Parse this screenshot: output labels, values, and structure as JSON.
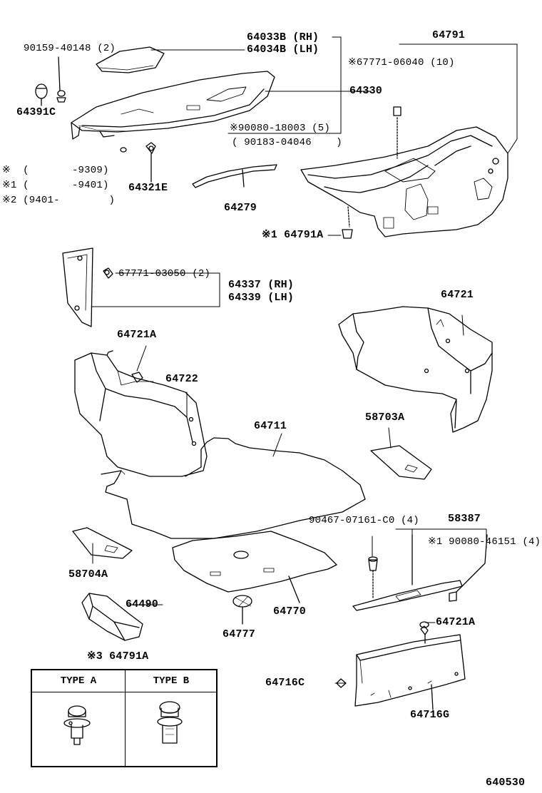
{
  "parts": {
    "p1": "90159-40148 (2)",
    "p2": "64033B (RH)",
    "p3": "64034B (LH)",
    "p4": "64791",
    "p5": "※67771-06040 (10)",
    "p6": "64330",
    "p7": "64391C",
    "p8": "※90080-18003 (5)",
    "p9": "( 90183-04046    )",
    "p10": "64321E",
    "p11": "64279",
    "p12": "※1 64791A",
    "p13": "67771-03050 (2)",
    "p14": "64337 (RH)",
    "p15": "64339 (LH)",
    "p16": "64721",
    "p17": "64721A",
    "p18": "64722",
    "p19": "64711",
    "p20": "58703A",
    "p21": "58704A",
    "p22": "90467-07161-C0 (4)",
    "p23": "58387",
    "p24": "※1 90080-46151 (4)",
    "p25": "64490",
    "p26": "64770",
    "p27": "64777",
    "p28": "64721A",
    "p29": "64716C",
    "p30": "64716G"
  },
  "legend": {
    "l1": "※  (       -9309)",
    "l2": "※1 (       -9401)",
    "l3": "※2 (9401-        )"
  },
  "table": {
    "caption": "※3 64791A",
    "type_a": "TYPE  A",
    "type_b": "TYPE  B"
  },
  "figure_number": "640530"
}
